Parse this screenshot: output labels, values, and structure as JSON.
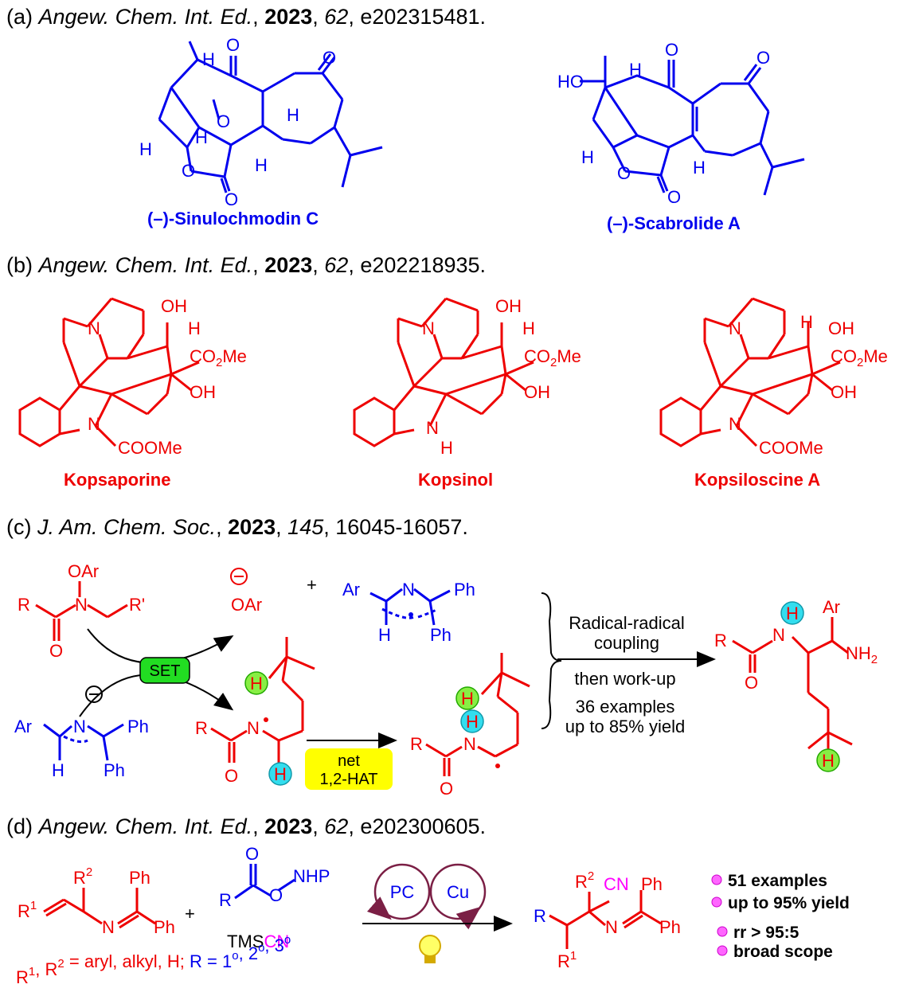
{
  "sections": [
    {
      "label": "(a)",
      "journal": "Angew. Chem. Int. Ed.",
      "year": "2023",
      "volume": "62",
      "pages": "e202315481."
    },
    {
      "label": "(b)",
      "journal": "Angew. Chem. Int. Ed.",
      "year": "2023",
      "volume": "62",
      "pages": "e202218935."
    },
    {
      "label": "(c)",
      "journal": "J. Am. Chem. Soc.",
      "year": "2023",
      "volume": "145",
      "pages": "16045-16057."
    },
    {
      "label": "(d)",
      "journal": "Angew. Chem. Int. Ed.",
      "year": "2023",
      "volume": "62",
      "pages": "e202300605."
    }
  ],
  "a": {
    "compound1": "(–)-Sinulochmodin C",
    "compound2": "(–)-Scabrolide A"
  },
  "b": {
    "compound1": "Kopsaporine",
    "compound2": "Kopsinol",
    "compound3": "Kopsiloscine A"
  },
  "c": {
    "set": "SET",
    "hat_line1": "net",
    "hat_line2": "1,2-HAT",
    "cond_line1": "Radical-radical",
    "cond_line2": "coupling",
    "cond_line3": "then work-up",
    "cond_line4": "36 examples",
    "cond_line5": "up to 85% yield"
  },
  "d": {
    "pc": "PC",
    "cu": "Cu",
    "tms": "TMS",
    "cn": "CN",
    "bullets": [
      "51 examples",
      "up to 95% yield",
      "rr > 95:5",
      "broad scope"
    ],
    "scope_red": "R1, R2 = aryl, alkyl, H;",
    "scope_blue": "R = 1o, 2o, 3o"
  },
  "colors": {
    "blue": "#0000ee",
    "red": "#ee0000",
    "magenta": "#ff00ff",
    "green": "#22dd22",
    "cyan": "#33ddee",
    "yellow": "#ffff00",
    "wine": "#7b1f45"
  }
}
